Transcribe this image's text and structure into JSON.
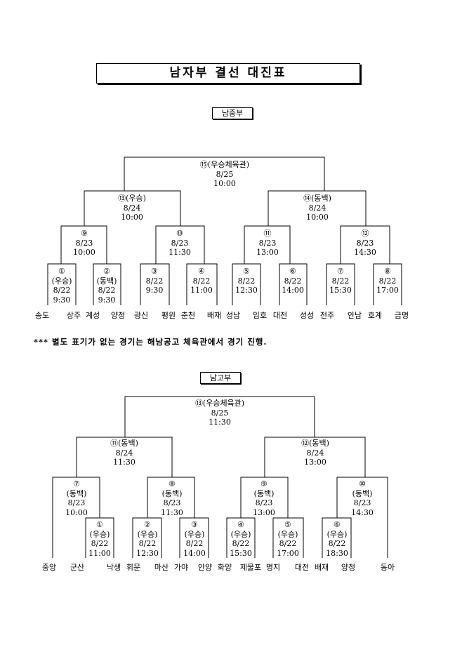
{
  "title": "남자부 결선 대진표",
  "middle": {
    "label": "남중부",
    "matches": {
      "m15": [
        "⑮(우승체육관)",
        "8/25",
        "10:00"
      ],
      "m13": [
        "⑬(우승)",
        "8/24",
        "10:00"
      ],
      "m14": [
        "⑭(동백)",
        "8/24",
        "10:00"
      ],
      "m9": [
        "⑨",
        "8/23",
        "10:00"
      ],
      "m10": [
        "⑩",
        "8/23",
        "11:30"
      ],
      "m11": [
        "⑪",
        "8/23",
        "13:00"
      ],
      "m12": [
        "⑫",
        "8/23",
        "14:30"
      ],
      "m1": [
        "①",
        "(우승)",
        "8/22",
        "9:30"
      ],
      "m2": [
        "②",
        "(동백)",
        "8/22",
        "9:30"
      ],
      "m3": [
        "③",
        "8/22",
        "9:30"
      ],
      "m4": [
        "④",
        "8/22",
        "11:00"
      ],
      "m5": [
        "⑤",
        "8/22",
        "12:30"
      ],
      "m6": [
        "⑥",
        "8/22",
        "14:00"
      ],
      "m7": [
        "⑦",
        "8/22",
        "15:30"
      ],
      "m8": [
        "⑧",
        "8/22",
        "17:00"
      ]
    },
    "teams": [
      "송도",
      "상주",
      "계성",
      "양정",
      "광신",
      "평원",
      "춘천",
      "배재",
      "성남",
      "임호",
      "대전",
      "성성",
      "전주",
      "안남",
      "호계",
      "금명"
    ]
  },
  "note": "*** 별도 표기가 없는 경기는 해남공고 체육관에서 경기 진행.",
  "high": {
    "label": "남고부",
    "matches": {
      "m13": [
        "⑬(우승체육관)",
        "8/25",
        "11:30"
      ],
      "m11": [
        "⑪(동백)",
        "8/24",
        "11:30"
      ],
      "m12": [
        "⑫(동백)",
        "8/24",
        "13:00"
      ],
      "m7": [
        "⑦",
        "(동백)",
        "8/23",
        "10:00"
      ],
      "m8": [
        "⑧",
        "(동백)",
        "8/23",
        "11:30"
      ],
      "m9": [
        "⑨",
        "(동백)",
        "8/23",
        "13:00"
      ],
      "m10": [
        "⑩",
        "(동백)",
        "8/23",
        "14:30"
      ],
      "m1": [
        "①",
        "(우승)",
        "8/22",
        "11:00"
      ],
      "m2": [
        "②",
        "(우승)",
        "8/22",
        "12:30"
      ],
      "m3": [
        "③",
        "(우승)",
        "8/22",
        "14:00"
      ],
      "m4": [
        "④",
        "(우승)",
        "8/22",
        "15:30"
      ],
      "m5": [
        "⑤",
        "(우승)",
        "8/22",
        "17:00"
      ],
      "m6": [
        "⑥",
        "(우승)",
        "8/22",
        "18:30"
      ]
    },
    "teams": [
      "중앙",
      "군산",
      "낙생",
      "휘문",
      "마산",
      "가야",
      "안양",
      "화양",
      "제물포",
      "명지",
      "대전",
      "배재",
      "양정",
      "동아"
    ]
  }
}
